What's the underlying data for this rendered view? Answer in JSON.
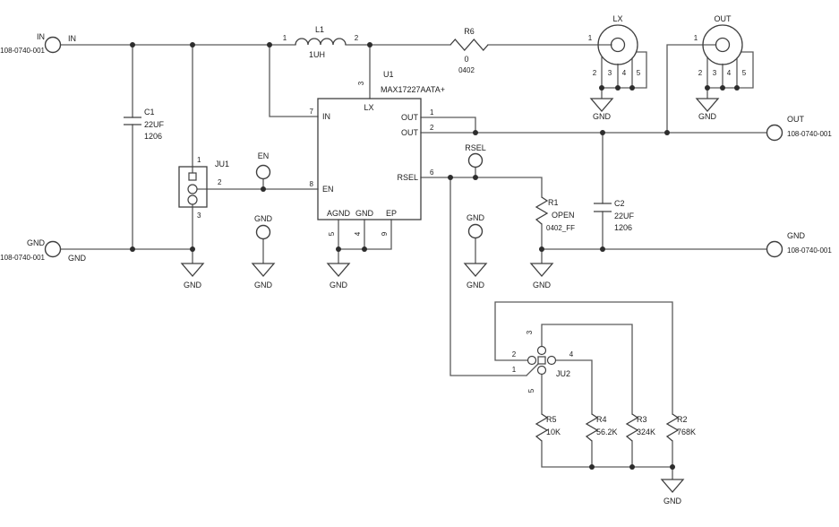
{
  "labels": {
    "gnd": "GND",
    "in_net": "IN",
    "gnd_net": "GND"
  },
  "terminals": {
    "in": {
      "name": "IN",
      "part": "108-0740-001"
    },
    "gnd": {
      "name": "GND",
      "part": "108-0740-001"
    },
    "out": {
      "name": "OUT",
      "part": "108-0740-001"
    },
    "gnd_right": {
      "name": "GND",
      "part": "108-0740-001"
    }
  },
  "connectors": {
    "lx": {
      "name": "LX",
      "p1": "1",
      "p2": "2",
      "p3": "3",
      "p4": "4",
      "p5": "5",
      "gnd": "GND"
    },
    "out": {
      "name": "OUT",
      "p1": "1",
      "p2": "2",
      "p3": "3",
      "p4": "4",
      "p5": "5",
      "gnd": "GND"
    }
  },
  "u1": {
    "ref": "U1",
    "part": "MAX17227AATA+",
    "lx": "LX",
    "in": "IN",
    "en": "EN",
    "out1": "OUT",
    "out2": "OUT",
    "rsel": "RSEL",
    "agnd": "AGND",
    "gnd": "GND",
    "ep": "EP",
    "n1": "1",
    "n2": "2",
    "n3": "3",
    "n4": "4",
    "n5": "5",
    "n6": "6",
    "n7": "7",
    "n8": "8",
    "n9": "9"
  },
  "c1": {
    "ref": "C1",
    "value": "22UF",
    "fp": "1206"
  },
  "c2": {
    "ref": "C2",
    "value": "22UF",
    "fp": "1206"
  },
  "l1": {
    "ref": "L1",
    "value": "1UH",
    "p1": "1",
    "p2": "2"
  },
  "r6": {
    "ref": "R6",
    "value": "0",
    "fp": "0402"
  },
  "r1": {
    "ref": "R1",
    "value": "OPEN",
    "fp": "0402_FF"
  },
  "r2": {
    "ref": "R2",
    "value": "768K"
  },
  "r3": {
    "ref": "R3",
    "value": "324K"
  },
  "r4": {
    "ref": "R4",
    "value": "56.2K"
  },
  "r5": {
    "ref": "R5",
    "value": "10K"
  },
  "ju1": {
    "ref": "JU1",
    "p1": "1",
    "p2": "2",
    "p3": "3"
  },
  "ju2": {
    "ref": "JU2",
    "p1": "1",
    "p2": "2",
    "p3": "3",
    "p4": "4",
    "p5": "5"
  },
  "tp": {
    "en": "EN",
    "rsel": "RSEL",
    "gnd": "GND"
  },
  "colors": {
    "wire": "#5a5a5a",
    "symbol": "#404040",
    "text": "#1c1c1c",
    "background": "#ffffff"
  }
}
